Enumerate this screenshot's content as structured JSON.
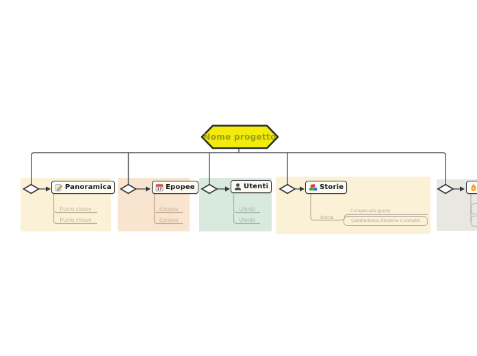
{
  "canvas": {
    "background": "#ffffff"
  },
  "root": {
    "label": "Nome progetto",
    "shape": "hexagon",
    "fill_color": "#f3eb0c",
    "border_color": "#26282a",
    "text_color": "#9ba012"
  },
  "connector_color": "#4c5157",
  "branches": [
    {
      "title": "Panoramica",
      "icon": "document-pencil-icon",
      "section_bg": "#fbf1d6",
      "accent": "#b9b09c",
      "text_color": "#c5bba4",
      "children": [
        {
          "label": "Punto chiave"
        },
        {
          "label": "Punto chiave"
        }
      ]
    },
    {
      "title": "Epopee",
      "icon": "calendar-icon",
      "icon_day": "17",
      "section_bg": "#f9e4d0",
      "accent": "#c4ab97",
      "text_color": "#cdb4a1",
      "children": [
        {
          "label": "Epopea"
        },
        {
          "label": "Epopea"
        }
      ]
    },
    {
      "title": "Utenti",
      "icon": "person-icon",
      "section_bg": "#d8e9dd",
      "accent": "#a3b2a6",
      "text_color": "#a8b7ab",
      "children": [
        {
          "label": "Utente"
        },
        {
          "label": "Utente"
        }
      ]
    },
    {
      "title": "Storie",
      "icon": "colored-stack-icon",
      "section_bg": "#fbf1d6",
      "accent": "#b5ad9e",
      "text_color": "#b3ac9f",
      "children": [
        {
          "label": "Storia",
          "children": [
            {
              "label": "Complessità (punti)"
            },
            {
              "label": "Caratteristica, funzione o compito"
            }
          ]
        }
      ]
    },
    {
      "title": "",
      "icon": "flame-icon",
      "section_bg": "#e8e7e2",
      "accent": "#b2b0a8",
      "text_color": "#b2b0a8",
      "children": [
        {
          "label": ""
        },
        {
          "label": ""
        }
      ]
    }
  ]
}
